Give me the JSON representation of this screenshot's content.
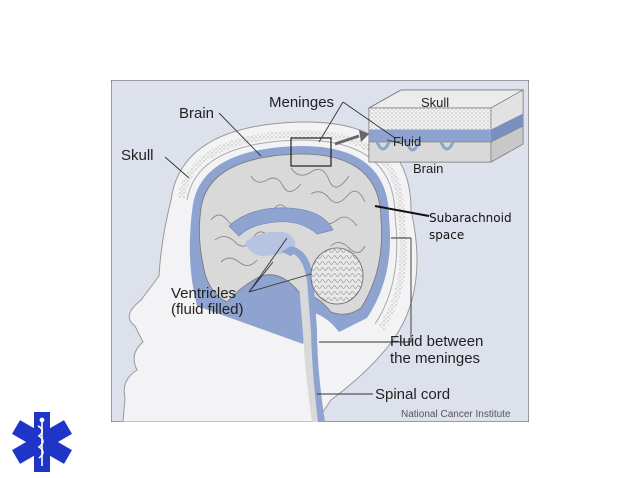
{
  "labels": {
    "brain": "Brain",
    "meninges": "Meninges",
    "skull": "Skull",
    "inset_skull": "Skull",
    "inset_fluid": "Fluid",
    "inset_brain": "Brain",
    "subarachnoid_line1": "Subarachnoid",
    "subarachnoid_line2": "space",
    "ventricles_line1": "Ventricles",
    "ventricles_line2": "(fluid filled)",
    "fluid_between_line1": "Fluid between",
    "fluid_between_line2": "the meninges",
    "spinal_cord": "Spinal cord"
  },
  "credit": "National Cancer Institute",
  "colors": {
    "panel_bg": "#dde1ec",
    "head_fill": "#f3f3f5",
    "fluid_blue": "#8ea3cf",
    "fluid_light": "#b6c4e2",
    "brain_fill": "#d9d9d9",
    "logo_blue": "#1f35c8"
  },
  "icons": {
    "logo": "star-of-life-icon"
  }
}
